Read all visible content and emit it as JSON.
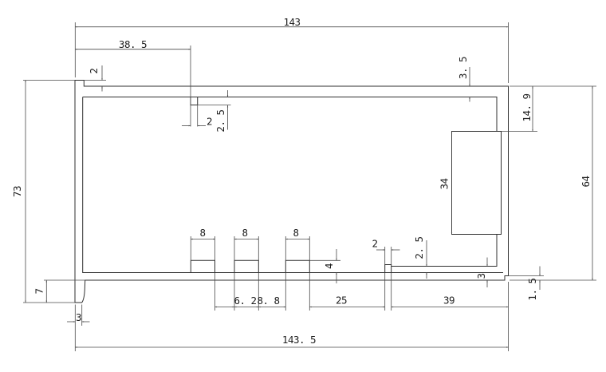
{
  "drawing": {
    "name": "profile-cross-section-drawing",
    "background": "#ffffff",
    "geometry_color": "#2f2f2f",
    "dimension_color": "#4a4a4a",
    "text_color": "#222222",
    "dims": {
      "w143": {
        "label": "143",
        "value": 143
      },
      "w38_5": {
        "label": "38. 5",
        "value": 38.5
      },
      "lip2": {
        "label": "2",
        "value": 2
      },
      "t3_5": {
        "label": "3. 5",
        "value": 3.5
      },
      "t14_9": {
        "label": "14. 9",
        "value": 14.9
      },
      "h64": {
        "label": "64",
        "value": 64
      },
      "h34": {
        "label": "34",
        "value": 34
      },
      "h73": {
        "label": "73",
        "value": 73
      },
      "h7": {
        "label": "7",
        "value": 7
      },
      "foot3": {
        "label": "3",
        "value": 3
      },
      "tooth8a": {
        "label": "8",
        "value": 8
      },
      "tooth8b": {
        "label": "8",
        "value": 8
      },
      "tooth8c": {
        "label": "8",
        "value": 8
      },
      "gap6_2": {
        "label": "6. 2",
        "value": 6.2
      },
      "gap8_8": {
        "label": "8. 8",
        "value": 8.8
      },
      "w25": {
        "label": "25",
        "value": 25
      },
      "w39": {
        "label": "39",
        "value": 39
      },
      "w143_5": {
        "label": "143. 5",
        "value": 143.5
      },
      "rib2_top": {
        "label": "2",
        "value": 2
      },
      "rib2_5_top": {
        "label": "2. 5",
        "value": 2.5
      },
      "tooth4": {
        "label": "4",
        "value": 4
      },
      "rib2_bot": {
        "label": "2",
        "value": 2
      },
      "rib2_5_bot": {
        "label": "2. 5",
        "value": 2.5
      },
      "step3": {
        "label": "3",
        "value": 3
      },
      "step1_5": {
        "label": "1. 5",
        "value": 1.5
      }
    }
  }
}
